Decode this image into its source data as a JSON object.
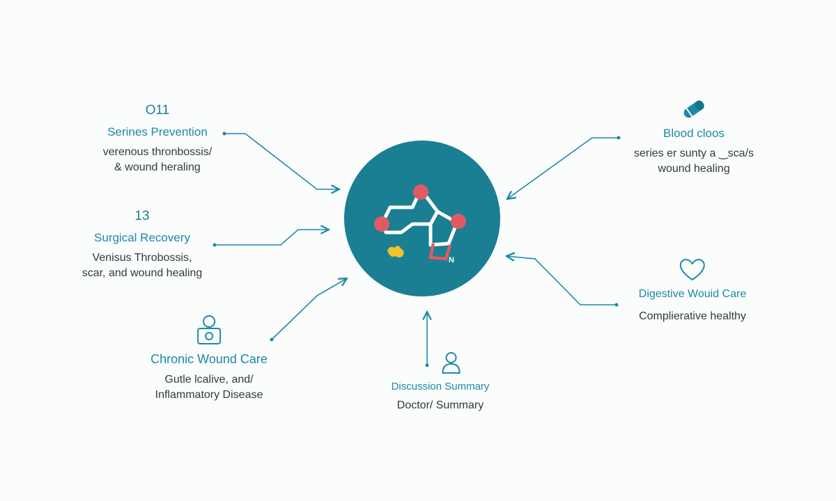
{
  "diagram": {
    "hub": {
      "label": "N",
      "colors": {
        "fill": "#1a7f92",
        "bond": "#ffffff",
        "atom": "#e05a66",
        "accent": "#f2c12e"
      }
    },
    "nodes": {
      "left_top": {
        "number": "O11",
        "title": "Serines Prevention",
        "desc": [
          "verenous thronbossis/",
          "& wound heraling"
        ]
      },
      "left_mid": {
        "number": "13",
        "title": "Surgical Recovery",
        "desc": [
          "Venisus Throbossis,",
          "scar, and wound healing"
        ]
      },
      "left_bottom": {
        "icon": "person-badge-icon",
        "title": "Chronic Wound Care",
        "desc": [
          "Gutle lcalive, and/",
          "Inflammatory Disease"
        ]
      },
      "bottom": {
        "icon": "person-icon",
        "title": "Discussion Summary",
        "desc": [
          "Doctor/ Summary"
        ]
      },
      "right_top": {
        "icon": "capsule-icon",
        "title": "Blood cloos",
        "desc": [
          "series er sunty a ‿sca/s",
          "wound healing"
        ]
      },
      "right_mid": {
        "icon": "heart-icon",
        "title": "Digestive Wouid Care",
        "desc": [
          "Complierative healthy"
        ]
      }
    },
    "colors": {
      "connector": "#1b8aa6",
      "title": "#1b8aa6",
      "text": "#333a3d"
    }
  }
}
